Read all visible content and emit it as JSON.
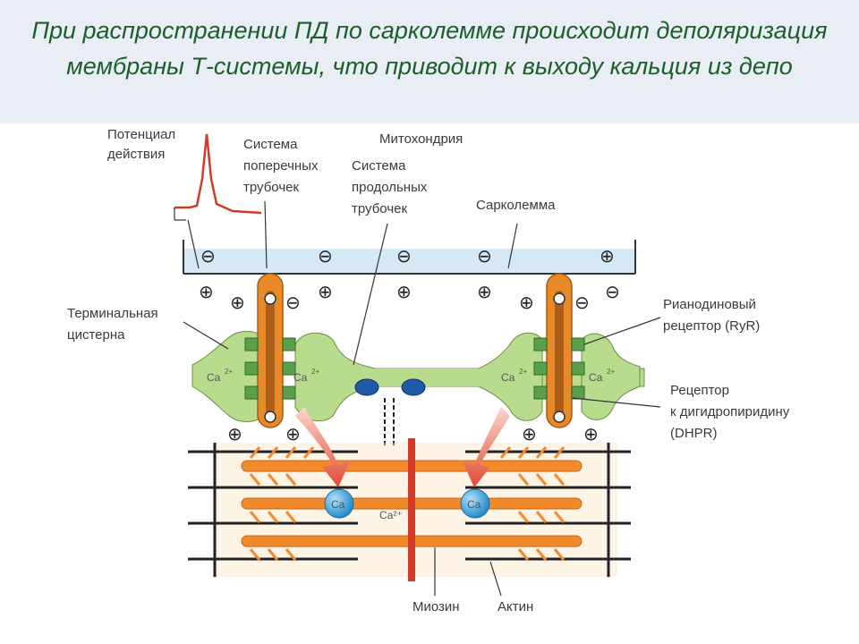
{
  "title": "При распространении ПД по сарколемме происходит деполяризация мембраны Т-системы, что приводит к выходу кальция из депо",
  "labels": {
    "action_potential": [
      "Потенциал",
      "действия"
    ],
    "t_tubules": [
      "Система",
      "поперечных",
      "трубочек"
    ],
    "mitochondria": "Митохондрия",
    "long_tubules": [
      "Система",
      "продольных",
      "трубочек"
    ],
    "sarcolemma": "Сарколемма",
    "terminal_cistern": [
      "Терминальная",
      "цистерна"
    ],
    "ryr": [
      "Рианодиновый",
      "рецептор (RyR)"
    ],
    "dhpr": [
      "Рецептор",
      "к дигидропиридину",
      "(DHPR)"
    ],
    "myosin": "Миозин",
    "actin": "Актин",
    "ca_ion": "Ca²⁺",
    "ca_short": "Ca",
    "ca_sup": "2+",
    "ca_free": "Ca²⁺",
    "minus": "⊖",
    "plus": "⊕"
  },
  "colors": {
    "title": "#1d5e2a",
    "sarcolemma": "#cfe3f1",
    "t_tubule": "#e8892a",
    "cistern": "#b7d88a",
    "ryr": "#5aa04a",
    "sarcomere": "#f08a2a",
    "ca": "#3aa7e0",
    "action_potential": "#d23a2a",
    "arrow": "#e24a36"
  }
}
